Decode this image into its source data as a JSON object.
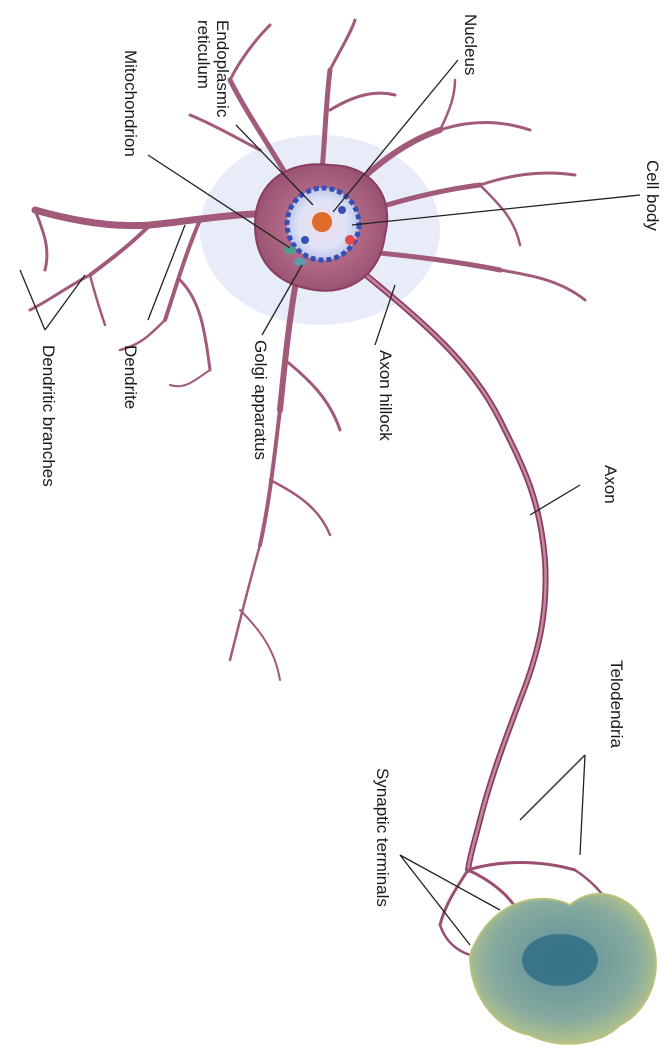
{
  "labels": {
    "nucleus": "Nucleus",
    "endoplasmic_reticulum_line1": "Endoplasmic",
    "endoplasmic_reticulum_line2": "reticulum",
    "mitochondrion": "Mitochondrion",
    "cell_body": "Cell body",
    "dendrite": "Dendrite",
    "golgi_apparatus": "Golgi apparatus",
    "axon_hillock": "Axon hillock",
    "axon": "Axon",
    "dendritic_branches": "Dendritic branches",
    "telodendria": "Telodendria",
    "synaptic_terminals": "Synaptic terminals"
  },
  "colors": {
    "neuron_body": "#b06a86",
    "neuron_edge": "#8a3d5f",
    "glow": "#b9c8ec",
    "nucleus_ring": "#3550b5",
    "nucleolus": "#e06a2a",
    "target_cell": "#6f9a9a",
    "target_cell_edge": "#b7c27a",
    "target_nucleus": "#2f6f86",
    "leader_line": "#222222"
  }
}
